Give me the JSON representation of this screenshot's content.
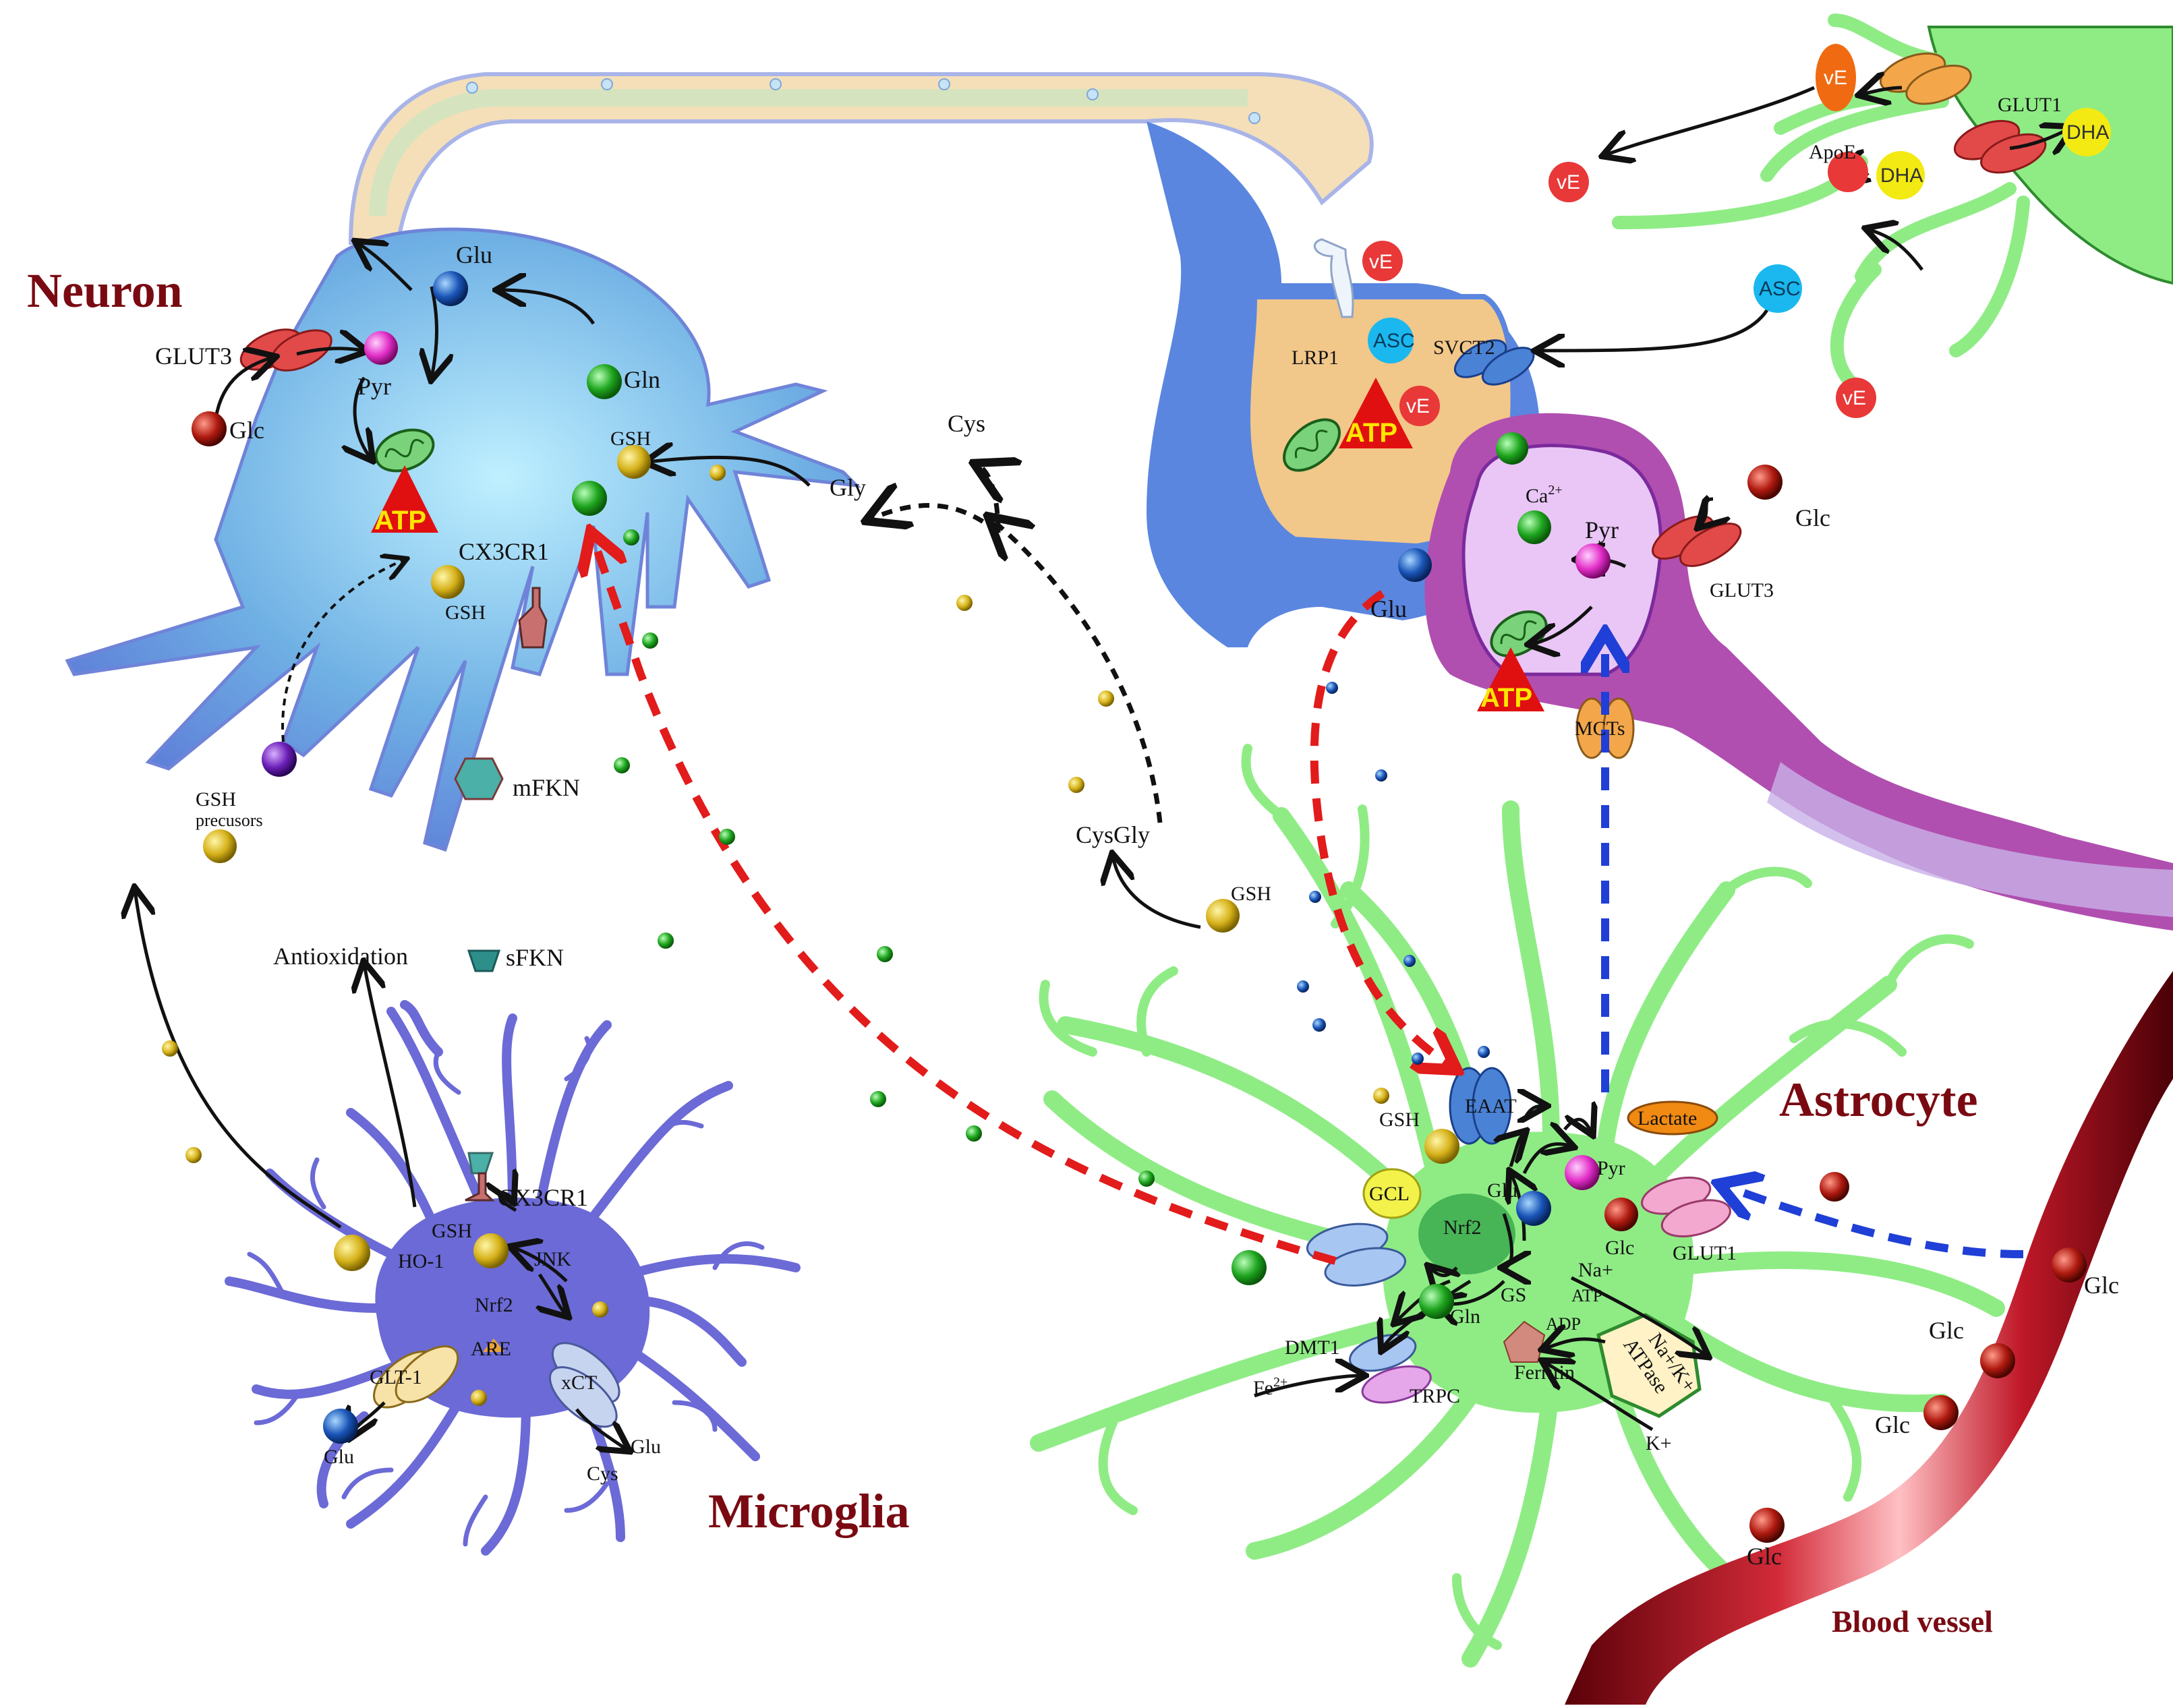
{
  "cells": {
    "neuron": "Neuron",
    "astrocyte": "Astrocyte",
    "microglia": "Microglia",
    "blood_vessel": "Blood vessel"
  },
  "neuron": {
    "glut3": "GLUT3",
    "glc": "Glc",
    "pyr": "Pyr",
    "glu": "Glu",
    "gln": "Gln",
    "gsh_top": "GSH",
    "gsh": "GSH",
    "atp": "ATP",
    "cx3cr1": "CX3CR1",
    "mfkn": "mFKN",
    "gsh_precursor_line1": "GSH",
    "gsh_precursor_line2": "precusors"
  },
  "pathway": {
    "cys": "Cys",
    "gly": "Gly",
    "cysgly": "CysGly",
    "gsh": "GSH"
  },
  "synapse": {
    "ve_top": "vE",
    "lrp1": "LRP1",
    "asc": "ASC",
    "svct2": "SVCT2",
    "atp": "ATP",
    "ve": "vE",
    "glu": "Glu"
  },
  "postsynaptic": {
    "ca": "Ca",
    "ca_sup": "2+",
    "pyr": "Pyr",
    "glc": "Glc",
    "glut3": "GLUT3",
    "atp": "ATP",
    "mcts": "MCTs"
  },
  "bbb": {
    "ve1": "vE",
    "ve2": "vE",
    "ve3": "vE",
    "apoe": "ApoE",
    "glut1": "GLUT1",
    "dha1": "DHA",
    "dha2": "DHA",
    "asc": "ASC"
  },
  "astrocyte": {
    "gsh": "GSH",
    "eaat": "EAAT",
    "lactate": "Lactate",
    "pyr": "Pyr",
    "gcl": "GCL",
    "glu": "Glu",
    "nrf2": "Nrf2",
    "glc": "Glc",
    "glut1": "GLUT1",
    "gs": "GS",
    "gln": "Gln",
    "na": "Na+",
    "atp": "ATP",
    "adp": "ADP",
    "nak_line1": "Na+/K+",
    "nak_line2": "ATPase",
    "dmt1": "DMT1",
    "fe": "Fe",
    "fe_sup": "2+",
    "trpc": "TRPC",
    "ferritin": "Ferritin",
    "k": "K+"
  },
  "vessel": {
    "glc1": "Glc",
    "glc2": "Glc",
    "glc3": "Glc",
    "glc4": "Glc"
  },
  "microglia": {
    "antioxidation": "Antioxidation",
    "sfkn": "sFKN",
    "cx3cr1": "CX3CR1",
    "gsh": "GSH",
    "ho1": "HO-1",
    "jnk": "JNK",
    "nrf2": "Nrf2",
    "are": "ARE",
    "glt1": "GLT-1",
    "xct": "xCT",
    "glu_left": "Glu",
    "glu_right": "Glu",
    "cys": "Cys"
  },
  "colors": {
    "neuron": "#6f9fe0",
    "astrocyte": "#8fec85",
    "microglia": "#6b6ad6",
    "vessel": "#a3101d",
    "title": "#7a0a12",
    "red_arrow": "#e21b1b",
    "blue_arrow": "#1f3fd6"
  }
}
